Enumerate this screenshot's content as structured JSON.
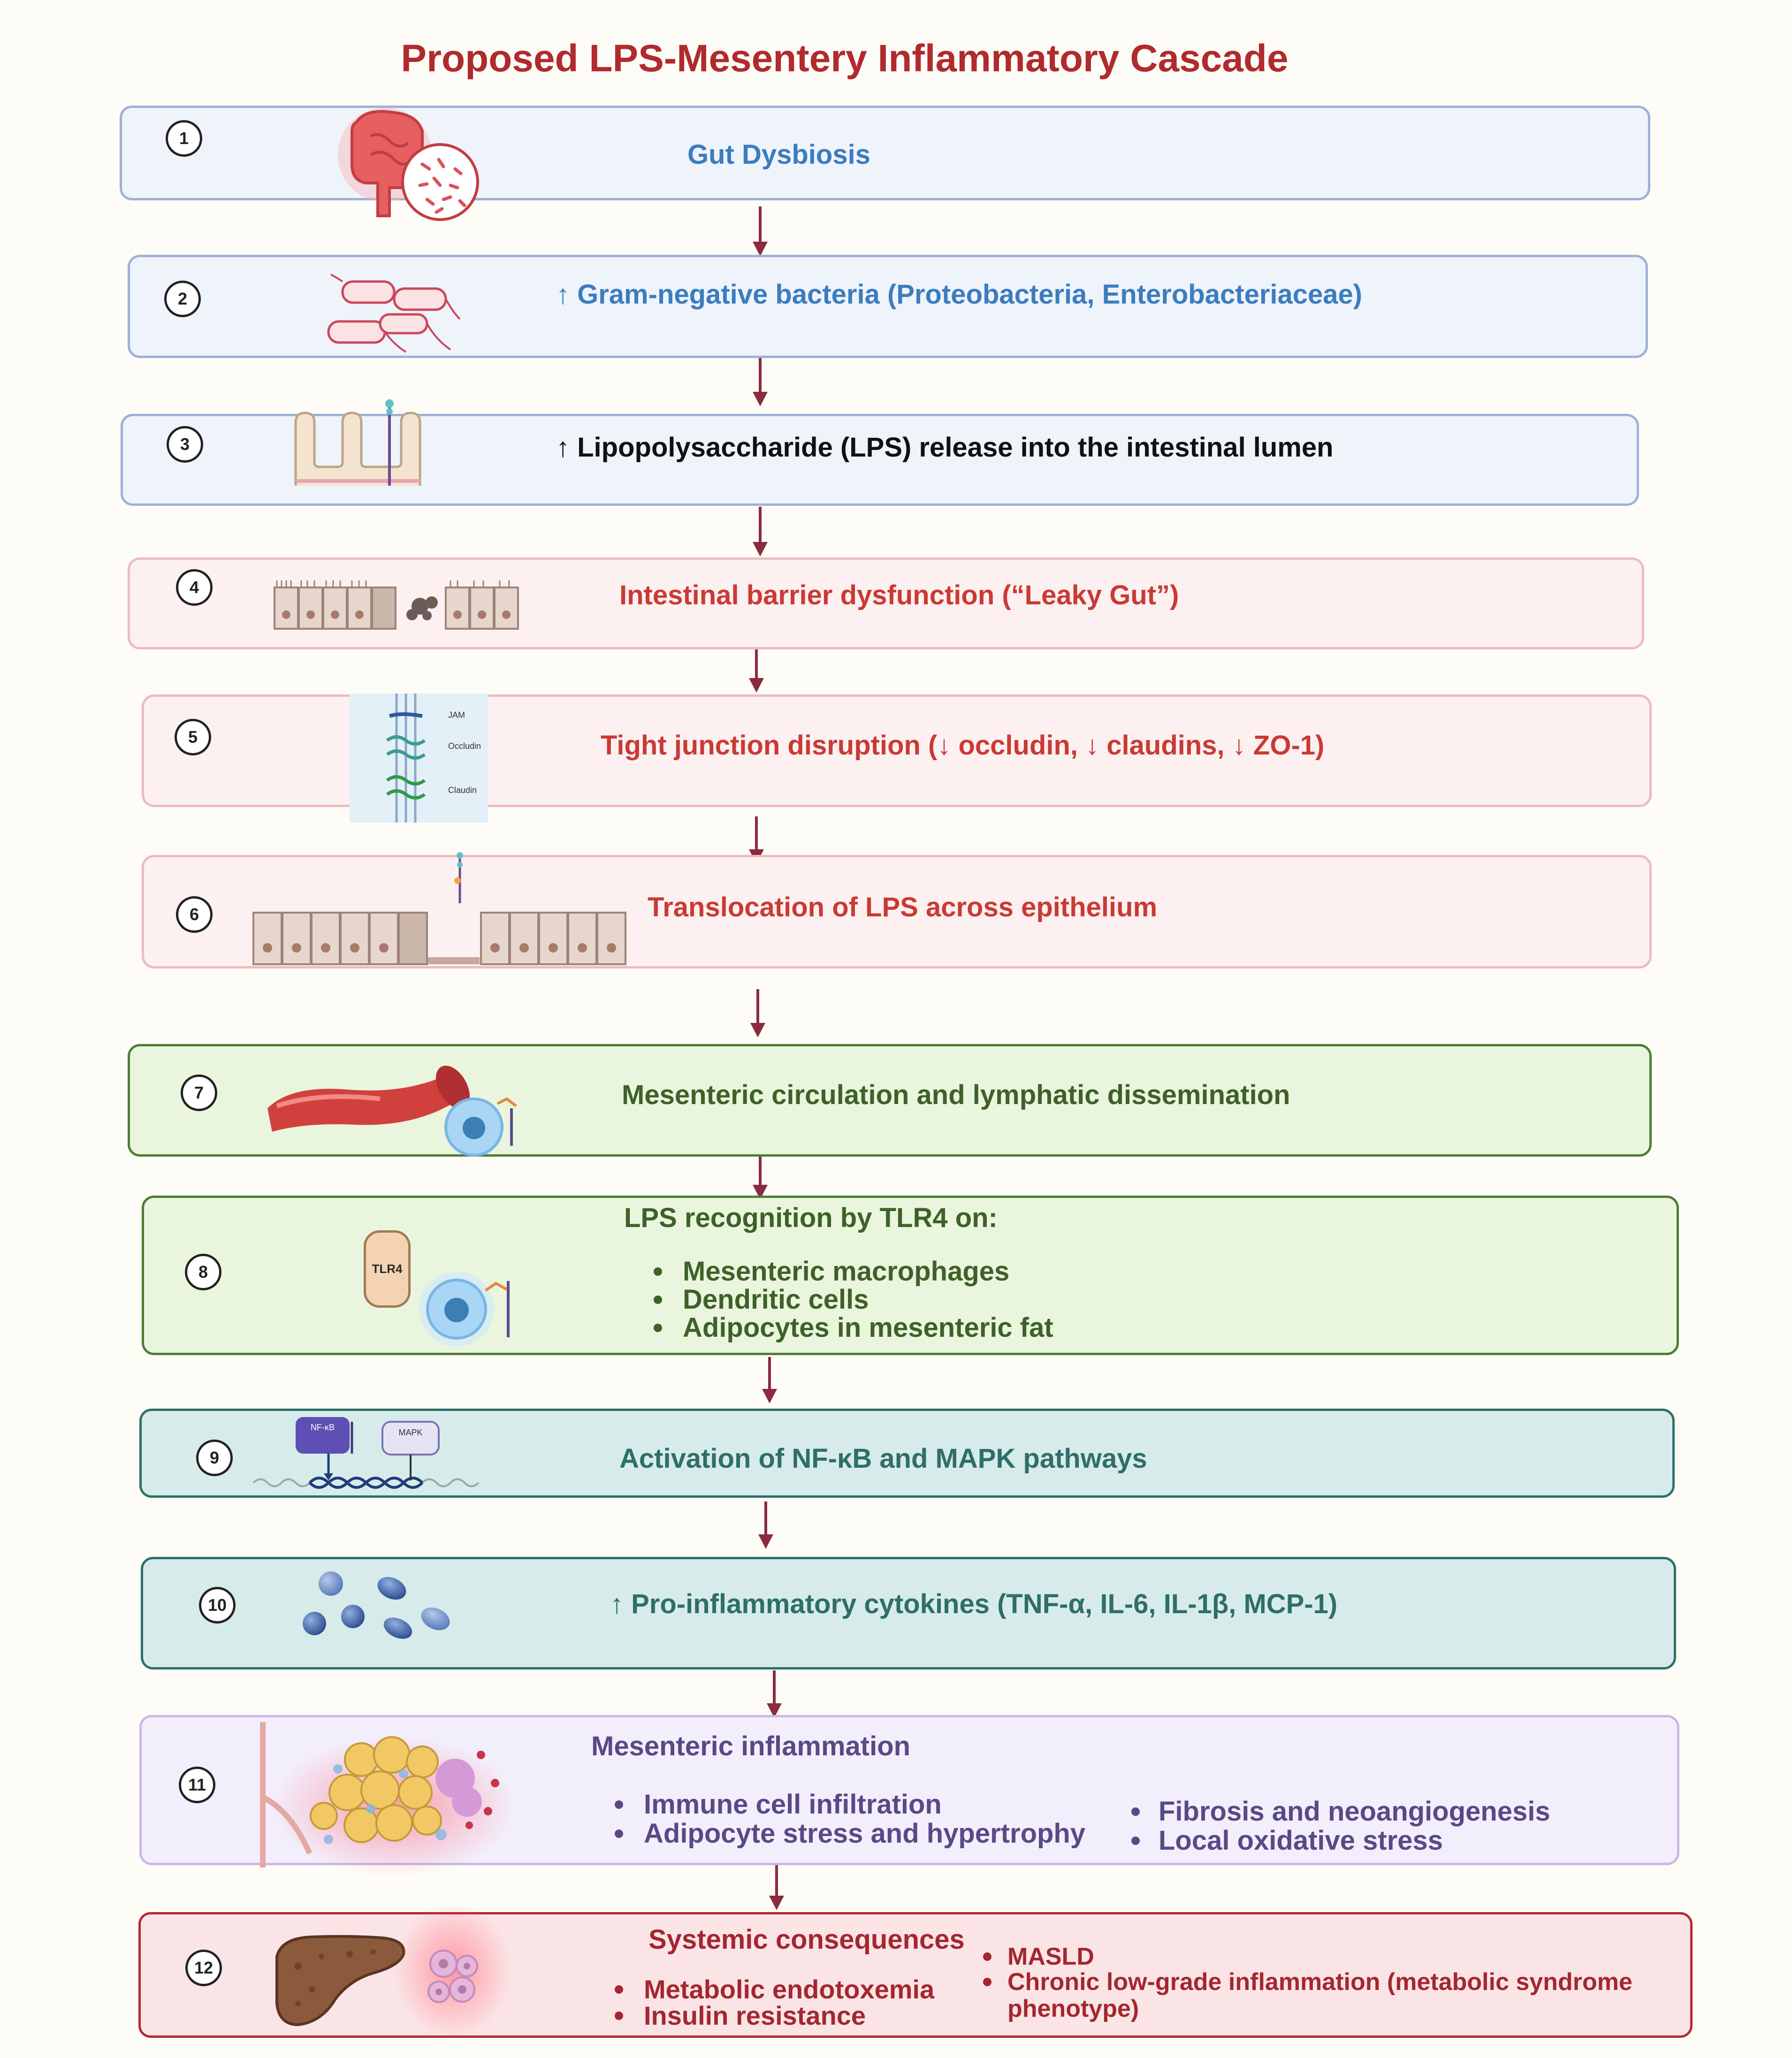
{
  "title": "Proposed LPS-Mesentery Inflammatory Cascade",
  "steps": [
    {
      "num": "1",
      "text": "Gut Dysbiosis"
    },
    {
      "num": "2",
      "text": "↑ Gram-negative bacteria  (Proteobacteria, Enterobacteriaceae)"
    },
    {
      "num": "3",
      "text": "↑ Lipopolysaccharide (LPS) release into the intestinal lumen"
    },
    {
      "num": "4",
      "text": "Intestinal barrier dysfunction  (“Leaky Gut”)"
    },
    {
      "num": "5",
      "text": "Tight junction disruption  (↓ occludin, ↓ claudins, ↓ ZO-1)",
      "icon_labels": [
        "JAM",
        "Occludin",
        "Claudin"
      ]
    },
    {
      "num": "6",
      "text": "Translocation of LPS across epithelium"
    },
    {
      "num": "7",
      "text": "Mesenteric circulation and lymphatic dissemination"
    },
    {
      "num": "8",
      "text": "LPS recognition by TLR4 on:",
      "icon_label": "TLR4",
      "bullets": [
        "Mesenteric macrophages",
        "Dendritic cells",
        " Adipocytes in mesenteric fat"
      ]
    },
    {
      "num": "9",
      "text": "Activation of NF-κB and MAPK pathways",
      "icon_labels": [
        "NF-κB",
        "MAPK"
      ]
    },
    {
      "num": "10",
      "text": "↑ Pro-inflammatory cytokines  (TNF-α, IL-6, IL-1β, MCP-1)"
    },
    {
      "num": "11",
      "text": "Mesenteric inflammation",
      "bullets_left": [
        "Immune cell infiltration",
        "Adipocyte stress and hypertrophy"
      ],
      "bullets_right": [
        "Fibrosis and neoangiogenesis",
        "Local oxidative stress"
      ]
    },
    {
      "num": "12",
      "text": "Systemic consequences",
      "bullets_left": [
        "Metabolic endotoxemia",
        "Insulin resistance"
      ],
      "bullets_right": [
        "MASLD",
        "Chronic low-grade inflammation  (metabolic syndrome",
        "phenotype)"
      ]
    }
  ],
  "colors": {
    "title": "#b02a2e",
    "arrow": "#8b2b3f",
    "blue": "#3a7dbf",
    "red": "#c93a35",
    "green": "#3e6128",
    "teal": "#2f6e6a",
    "purple": "#574a86",
    "dark_red": "#a32730"
  },
  "icons": [
    "colon-icon",
    "bacteria-icon",
    "villi-icon",
    "epithelium-icon",
    "tight-junction-icon",
    "epithelium-gap-icon",
    "blood-vessel-icon",
    "macrophage-icon",
    "dna-icon",
    "cytokine-icon",
    "adipose-tissue-icon",
    "liver-icon"
  ]
}
